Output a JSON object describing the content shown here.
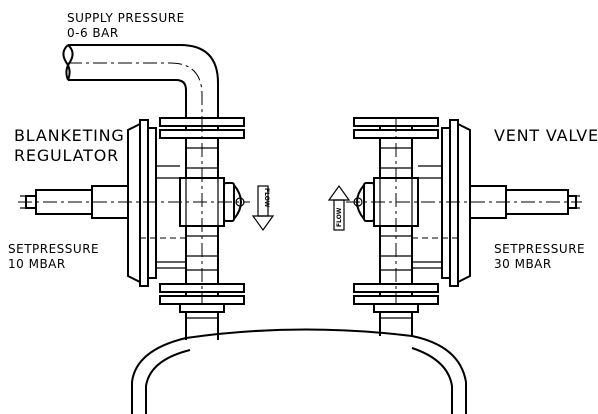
{
  "labels": {
    "supply_line1": "SUPPLY PRESSURE",
    "supply_line2": "0-6 BAR",
    "blanketing_line1": "BLANKETING",
    "blanketing_line2": "REGULATOR",
    "vent": "VENT VALVE",
    "setpressure_left_line1": "SETPRESSURE",
    "setpressure_left_line2": "10 MBAR",
    "setpressure_right_line1": "SETPRESSURE",
    "setpressure_right_line2": "30 MBAR",
    "flow_left": "FLOW",
    "flow_right": "FLOW"
  }
}
